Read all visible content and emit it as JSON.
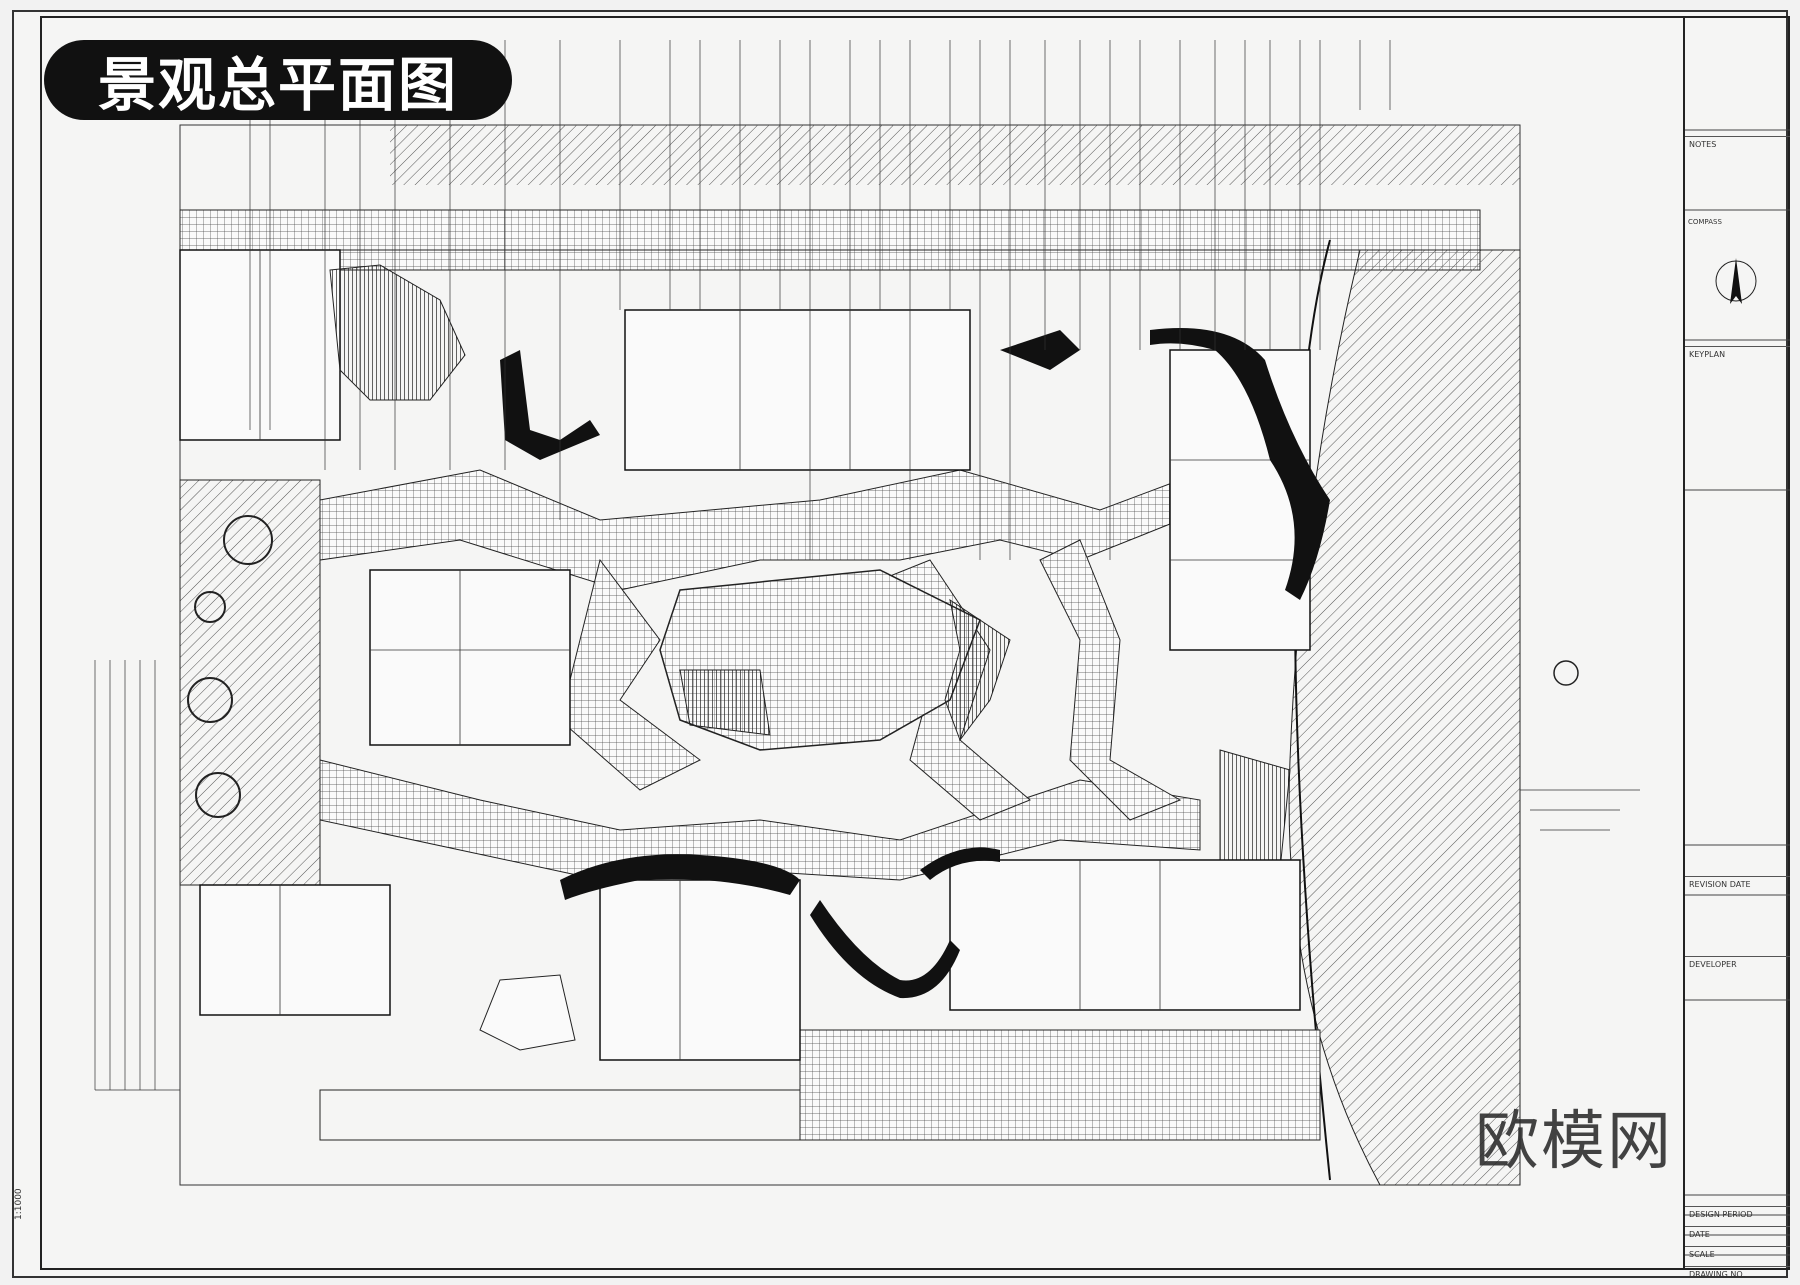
{
  "title": "景观总平面图",
  "watermark": "欧模网",
  "title_block": {
    "notes_label": "NOTES",
    "compass_label": "COMPASS",
    "keyplan_label": "KEYPLAN",
    "revision_label": "REVISION DATE",
    "developer_label": "DEVELOPER",
    "design_period_label": "DESIGN PERIOD",
    "date_label": "DATE",
    "scale_label": "SCALE",
    "drawing_no_label": "DRAWING NO."
  },
  "scale_text": "1:1000",
  "icons": {
    "north_arrow": "north-arrow-icon",
    "section_marker": "circled-number-icon"
  },
  "colors": {
    "ink": "#1a1a1a",
    "paper": "#f5f5f4",
    "title_bg": "#111111",
    "title_fg": "#ffffff"
  }
}
